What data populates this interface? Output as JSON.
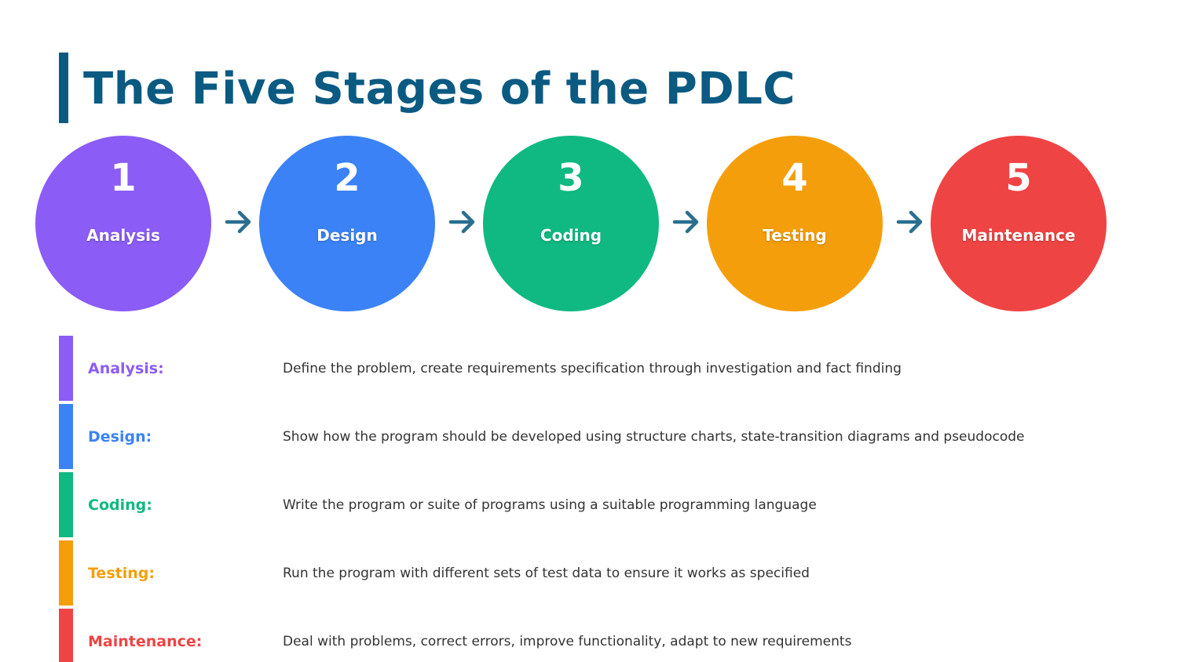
{
  "title": "The Five Stages of the PDLC",
  "colors": {
    "title": "#0b5a82",
    "arrow": "#2a6f8f",
    "analysis": "#8b5cf6",
    "design": "#3b82f6",
    "coding": "#10b981",
    "testing": "#f59e0b",
    "maintenance": "#ef4444"
  },
  "stages": [
    {
      "number": "1",
      "name": "Analysis",
      "label": "Analysis:",
      "description": "Define the problem, create requirements specification through investigation and fact finding",
      "color": "#8b5cf6"
    },
    {
      "number": "2",
      "name": "Design",
      "label": "Design:",
      "description": "Show how the program should be developed using structure charts, state-transition diagrams and pseudocode",
      "color": "#3b82f6"
    },
    {
      "number": "3",
      "name": "Coding",
      "label": "Coding:",
      "description": "Write the program or suite of programs using a suitable programming language",
      "color": "#10b981"
    },
    {
      "number": "4",
      "name": "Testing",
      "label": "Testing:",
      "description": "Run the program with different sets of test data to ensure it works as specified",
      "color": "#f59e0b"
    },
    {
      "number": "5",
      "name": "Maintenance",
      "label": "Maintenance:",
      "description": "Deal with problems, correct errors, improve functionality, adapt to new requirements",
      "color": "#ef4444"
    }
  ],
  "arrow_icon": "arrow-right-icon"
}
